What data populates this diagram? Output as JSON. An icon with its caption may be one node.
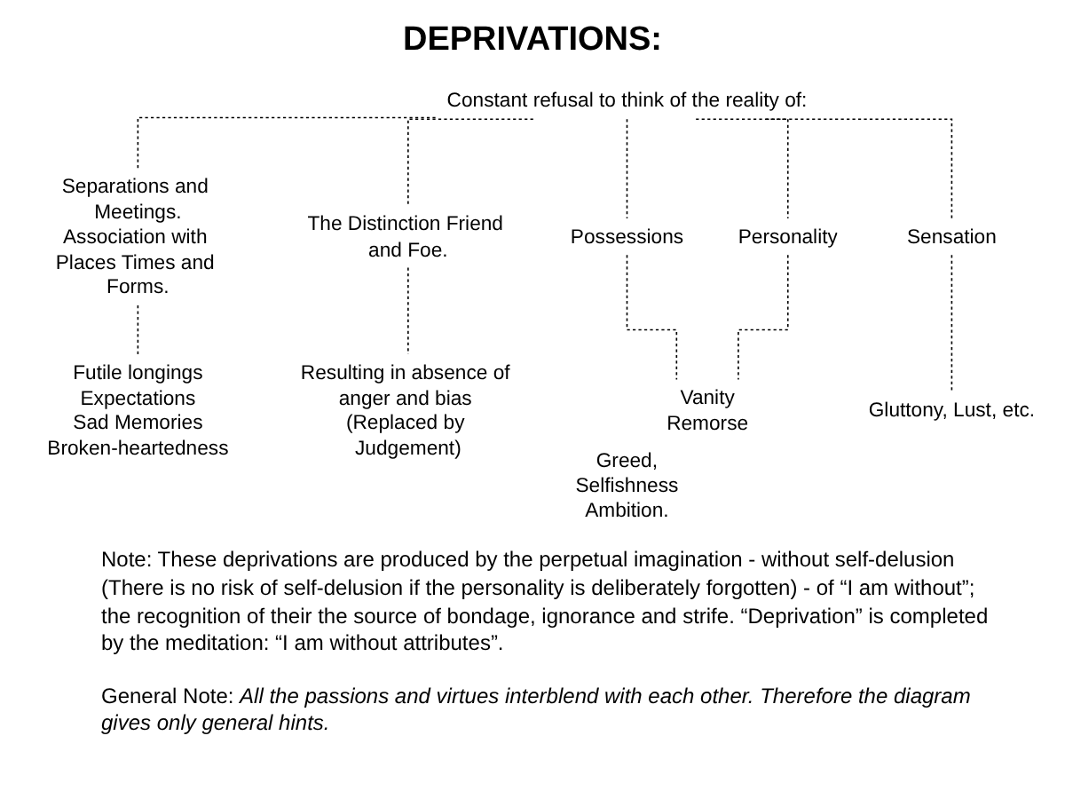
{
  "diagram": {
    "title": "DEPRIVATIONS:",
    "nodes": [
      {
        "text": [
          "Constant refusal to think of the reality of:"
        ]
      },
      {
        "text": [
          "Separations and Meetings.",
          "Association with Places Times and Forms."
        ]
      },
      {
        "text": [
          "The Distinction Friend and Foe."
        ]
      },
      {
        "text": [
          "Possessions"
        ]
      },
      {
        "text": [
          "Personality"
        ]
      },
      {
        "text": [
          "Sensation"
        ]
      },
      {
        "text": [
          "Futile longings",
          "Expectations",
          "Sad Memories",
          "Broken-heartedness"
        ]
      },
      {
        "text": [
          "Resulting in absence of anger and bias (Replaced by Judgement)"
        ]
      },
      {
        "text": [
          "Vanity",
          "Remorse"
        ]
      },
      {
        "text": [
          "Gluttony, Lust, etc."
        ]
      }
    ],
    "edges": [
      {
        "from": 0,
        "to": 1,
        "arrow": "none",
        "style": "dashed"
      },
      {
        "from": 0,
        "to": 2,
        "arrow": "none",
        "style": "dashed"
      },
      {
        "from": 0,
        "to": 3,
        "arrow": "none",
        "style": "dashed"
      },
      {
        "from": 0,
        "to": 4,
        "arrow": "none",
        "style": "dashed"
      },
      {
        "from": 0,
        "to": 5,
        "arrow": "none",
        "style": "dashed"
      },
      {
        "from": 1,
        "to": 6,
        "arrow": "none",
        "style": "dashed"
      },
      {
        "from": 2,
        "to": 7,
        "arrow": "none",
        "style": "dashed"
      },
      {
        "from": 3,
        "to": 8,
        "arrow": "none",
        "style": "dashed"
      },
      {
        "from": 4,
        "to": 8,
        "arrow": "none",
        "style": "dashed"
      },
      {
        "from": 5,
        "to": 9,
        "arrow": "none",
        "style": "dashed"
      }
    ],
    "labels": [
      "Greed, Selfishness Ambition.",
      "Note: These deprivations are produced by the perpetual imagination - without self-delusion (There is no risk of self-delusion if the personality is deliberately forgotten) - of “I am without”; the recognition of their the source of bondage, ignorance and strife. “Deprivation” is completed by the meditation: “I am without attributes”.",
      "General Note: *All the passions and virtues interblend with each other. Therefore the diagram gives only general hints.*"
    ]
  }
}
